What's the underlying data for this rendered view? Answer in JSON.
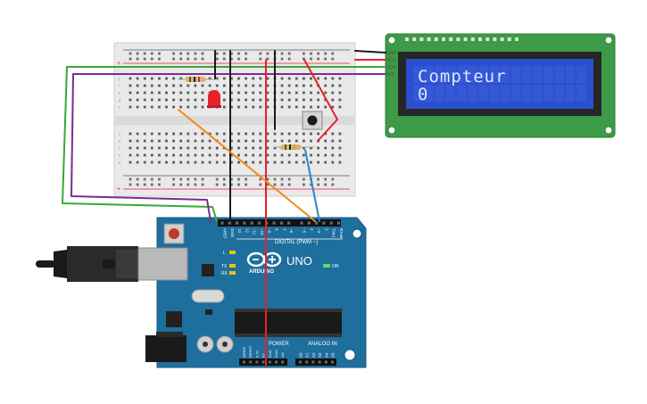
{
  "lcd": {
    "line1": "Compteur",
    "line2": "0",
    "pins": [
      "GND",
      "VCC",
      "SDA",
      "SCL"
    ]
  },
  "arduino": {
    "logo": "ARDUINO",
    "model": "UNO",
    "digital_label": "DIGITAL (PWM ~)",
    "power_label": "POWER",
    "analog_label": "ANALOG IN",
    "on_label": "ON",
    "led_labels": [
      "L",
      "TX",
      "RX"
    ],
    "top_pins": [
      "AREF",
      "GND",
      "13",
      "12",
      "~11",
      "~10",
      "~9",
      "8",
      "7",
      "~6",
      "~5",
      "4",
      "~3",
      "2",
      "TX▸1",
      "RX◂0"
    ],
    "power_pins": [
      "IOREF",
      "RESET",
      "3.3V",
      "5V",
      "GND",
      "GND",
      "Vin"
    ],
    "analog_pins": [
      "A0",
      "A1",
      "A2",
      "A3",
      "A4",
      "A5"
    ]
  },
  "breadboard": {
    "row_letters": [
      "a",
      "b",
      "c",
      "d",
      "e",
      "f",
      "g",
      "h",
      "i",
      "j"
    ],
    "columns": 30
  },
  "colors": {
    "wire_red": "#e8202a",
    "wire_black": "#1b1b1b",
    "wire_green": "#3aa635",
    "wire_purple": "#7b2c8f",
    "wire_orange": "#f08a13",
    "wire_blue": "#2b86c9",
    "arduino_board": "#1e6e9e",
    "lcd_board": "#3d9a46",
    "lcd_screen": "#2a4fcf",
    "breadboard": "#e9e9e9"
  }
}
